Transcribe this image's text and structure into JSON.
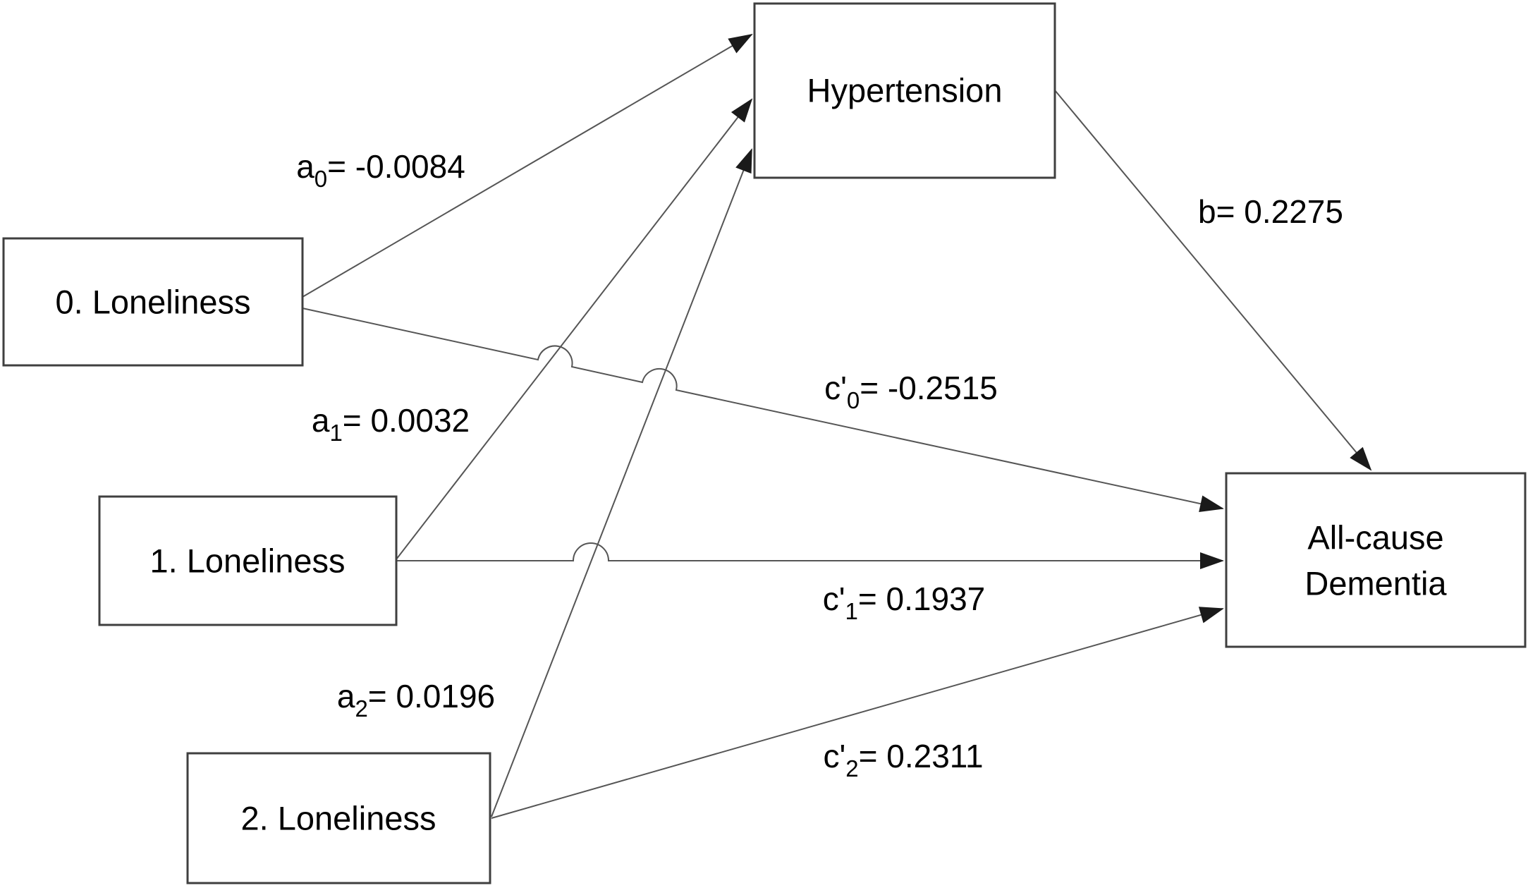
{
  "diagram": {
    "title_hint": "Mediation path model: loneliness, hypertension, all-cause dementia",
    "background_color": "#ffffff",
    "box_border_color": "#3f3f3f",
    "line_color": "#555555",
    "text_color": "#000000",
    "nodes": {
      "hypertension": {
        "label": "Hypertension"
      },
      "loneliness0": {
        "label": "0. Loneliness"
      },
      "loneliness1": {
        "label": "1. Loneliness"
      },
      "loneliness2": {
        "label": "2. Loneliness"
      },
      "dementia": {
        "label_line1": "All-cause",
        "label_line2": "Dementia"
      }
    },
    "paths": {
      "a0": {
        "base": "a",
        "sub": "0",
        "value": "= -0.0084"
      },
      "a1": {
        "base": "a",
        "sub": "1",
        "value": "= 0.0032"
      },
      "a2": {
        "base": "a",
        "sub": "2",
        "value": "= 0.0196"
      },
      "b": {
        "base": "b",
        "value": "= 0.2275"
      },
      "c0": {
        "base": "c'",
        "sub": "0",
        "value": "= -0.2515"
      },
      "c1": {
        "base": "c'",
        "sub": "1",
        "value": "= 0.1937"
      },
      "c2": {
        "base": "c'",
        "sub": "2",
        "value": "= 0.2311"
      }
    },
    "edges": [
      {
        "id": "a0",
        "from": "0. Loneliness",
        "to": "Hypertension",
        "coefficient": -0.0084
      },
      {
        "id": "a1",
        "from": "1. Loneliness",
        "to": "Hypertension",
        "coefficient": 0.0032
      },
      {
        "id": "a2",
        "from": "2. Loneliness",
        "to": "Hypertension",
        "coefficient": 0.0196
      },
      {
        "id": "b",
        "from": "Hypertension",
        "to": "All-cause Dementia",
        "coefficient": 0.2275
      },
      {
        "id": "c'0",
        "from": "0. Loneliness",
        "to": "All-cause Dementia",
        "coefficient": -0.2515
      },
      {
        "id": "c'1",
        "from": "1. Loneliness",
        "to": "All-cause Dementia",
        "coefficient": 0.1937
      },
      {
        "id": "c'2",
        "from": "2. Loneliness",
        "to": "All-cause Dementia",
        "coefficient": 0.2311
      }
    ]
  }
}
